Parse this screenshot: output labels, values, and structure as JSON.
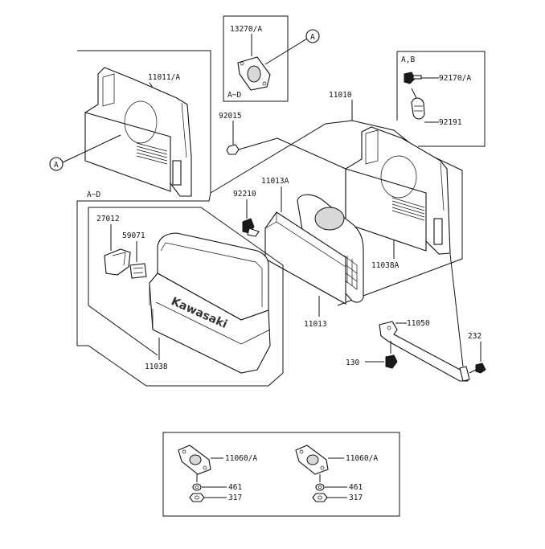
{
  "labels": {
    "p13270": "13270/A",
    "range_top": "A~D",
    "p11011": "11011/A",
    "range_left": "A~D",
    "p92015": "92015",
    "p11010": "11010",
    "box_ab": "A,B",
    "p92170": "92170/A",
    "p92191": "92191",
    "p11013a": "11013A",
    "p92210": "92210",
    "p27012": "27012",
    "p59071": "59071",
    "p11038a": "11038A",
    "p11013": "11013",
    "p11050": "11050",
    "p232": "232",
    "p130": "130",
    "p11038": "11038",
    "p11060a_1": "11060/A",
    "p461_1": "461",
    "p317_1": "317",
    "p11060a_2": "11060/A",
    "p461_2": "461",
    "p317_2": "317",
    "callout_a_1": "A",
    "callout_a_2": "A",
    "brand": "Kawasaki"
  }
}
